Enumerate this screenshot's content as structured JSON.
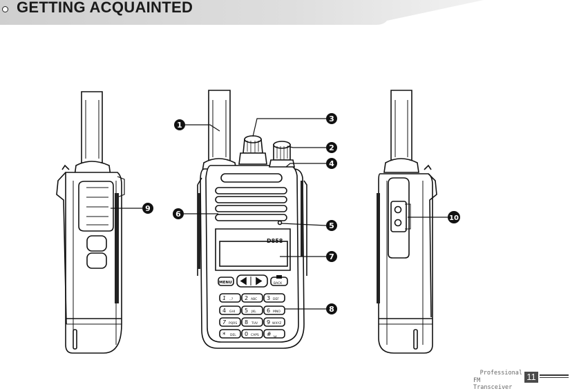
{
  "header": {
    "title": "GETTING ACQUAINTED"
  },
  "radio": {
    "model_label": "D858",
    "keys": {
      "menu": "MENU",
      "back": "BACK",
      "keypad": [
        {
          "num": "1",
          "sub": ".,?"
        },
        {
          "num": "2",
          "sub": "ABC"
        },
        {
          "num": "3",
          "sub": "DEF"
        },
        {
          "num": "4",
          "sub": "GHI"
        },
        {
          "num": "5",
          "sub": "JKL"
        },
        {
          "num": "6",
          "sub": "MNO"
        },
        {
          "num": "7",
          "sub": "PQRS"
        },
        {
          "num": "8",
          "sub": "TUV"
        },
        {
          "num": "9",
          "sub": "WXYZ"
        },
        {
          "num": "*",
          "sub": "DEL"
        },
        {
          "num": "0",
          "sub": "CAPS"
        },
        {
          "num": "#",
          "sub": "␣"
        }
      ]
    }
  },
  "callouts": [
    "1",
    "2",
    "3",
    "4",
    "5",
    "6",
    "7",
    "8",
    "9",
    "10"
  ],
  "footer": {
    "line1": "Professional",
    "line2": "FM Transceiver",
    "page": "11"
  }
}
